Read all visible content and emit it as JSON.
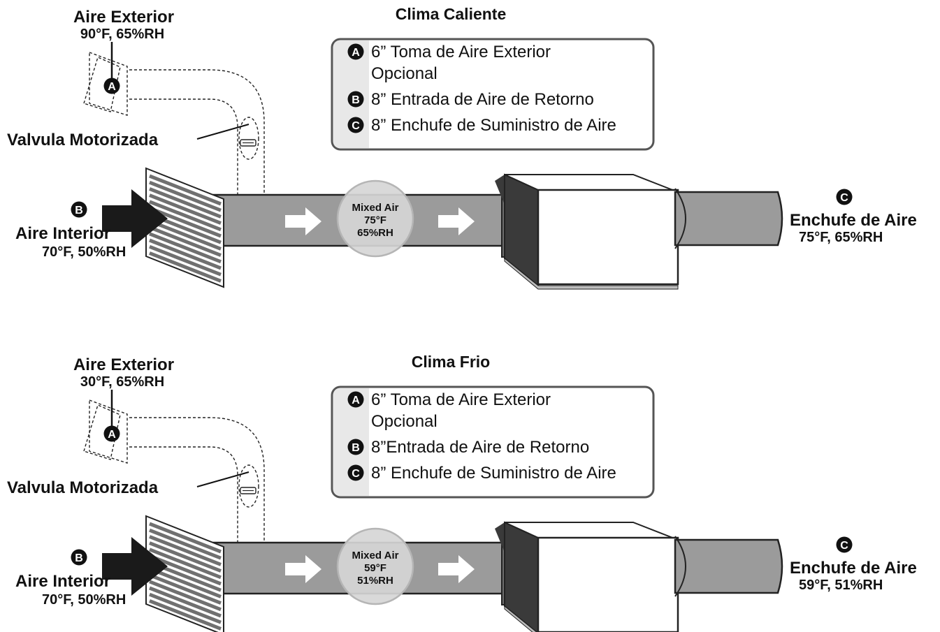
{
  "panels": [
    {
      "title": "Clima Caliente",
      "outdoor": {
        "label": "Aire Exterior",
        "conditions": "90°F, 65%RH",
        "badge": "A"
      },
      "valve": {
        "label": "Valvula Motorizada"
      },
      "indoor": {
        "label": "Aire Interior",
        "conditions": "70°F, 50%RH",
        "badge": "B"
      },
      "mixed": {
        "label": "Mixed Air",
        "temp": "75°F",
        "rh": "65%RH"
      },
      "supply": {
        "label": "Enchufe de Aire",
        "conditions": "75°F, 65%RH",
        "badge": "C"
      },
      "legend": [
        {
          "badge": "A",
          "line1": "6” Toma de Aire Exterior",
          "line2": "Opcional"
        },
        {
          "badge": "B",
          "line1": "8” Entrada de Aire de Retorno"
        },
        {
          "badge": "C",
          "line1": "8” Enchufe de Suministro de Aire"
        }
      ]
    },
    {
      "title": "Clima Frio",
      "outdoor": {
        "label": "Aire Exterior",
        "conditions": "30°F, 65%RH",
        "badge": "A"
      },
      "valve": {
        "label": "Valvula Motorizada"
      },
      "indoor": {
        "label": "Aire Interior",
        "conditions": "70°F, 50%RH",
        "badge": "B"
      },
      "mixed": {
        "label": "Mixed Air",
        "temp": "59°F",
        "rh": "51%RH"
      },
      "supply": {
        "label": "Enchufe de Aire",
        "conditions": "59°F, 51%RH",
        "badge": "C"
      },
      "legend": [
        {
          "badge": "A",
          "line1": "6” Toma de Aire Exterior",
          "line2": "Opcional"
        },
        {
          "badge": "B",
          "line1": "8”Entrada de Aire de Retorno"
        },
        {
          "badge": "C",
          "line1": "8” Enchufe de Suministro de Aire"
        }
      ]
    }
  ],
  "colors": {
    "duct": "#9b9b9b",
    "duct_dark": "#6e6e6e",
    "arrow_dark": "#1a1a1a",
    "box_shadow": "#3a3a3a",
    "legend_border": "#555555",
    "legend_strip": "#e8e8e8"
  }
}
